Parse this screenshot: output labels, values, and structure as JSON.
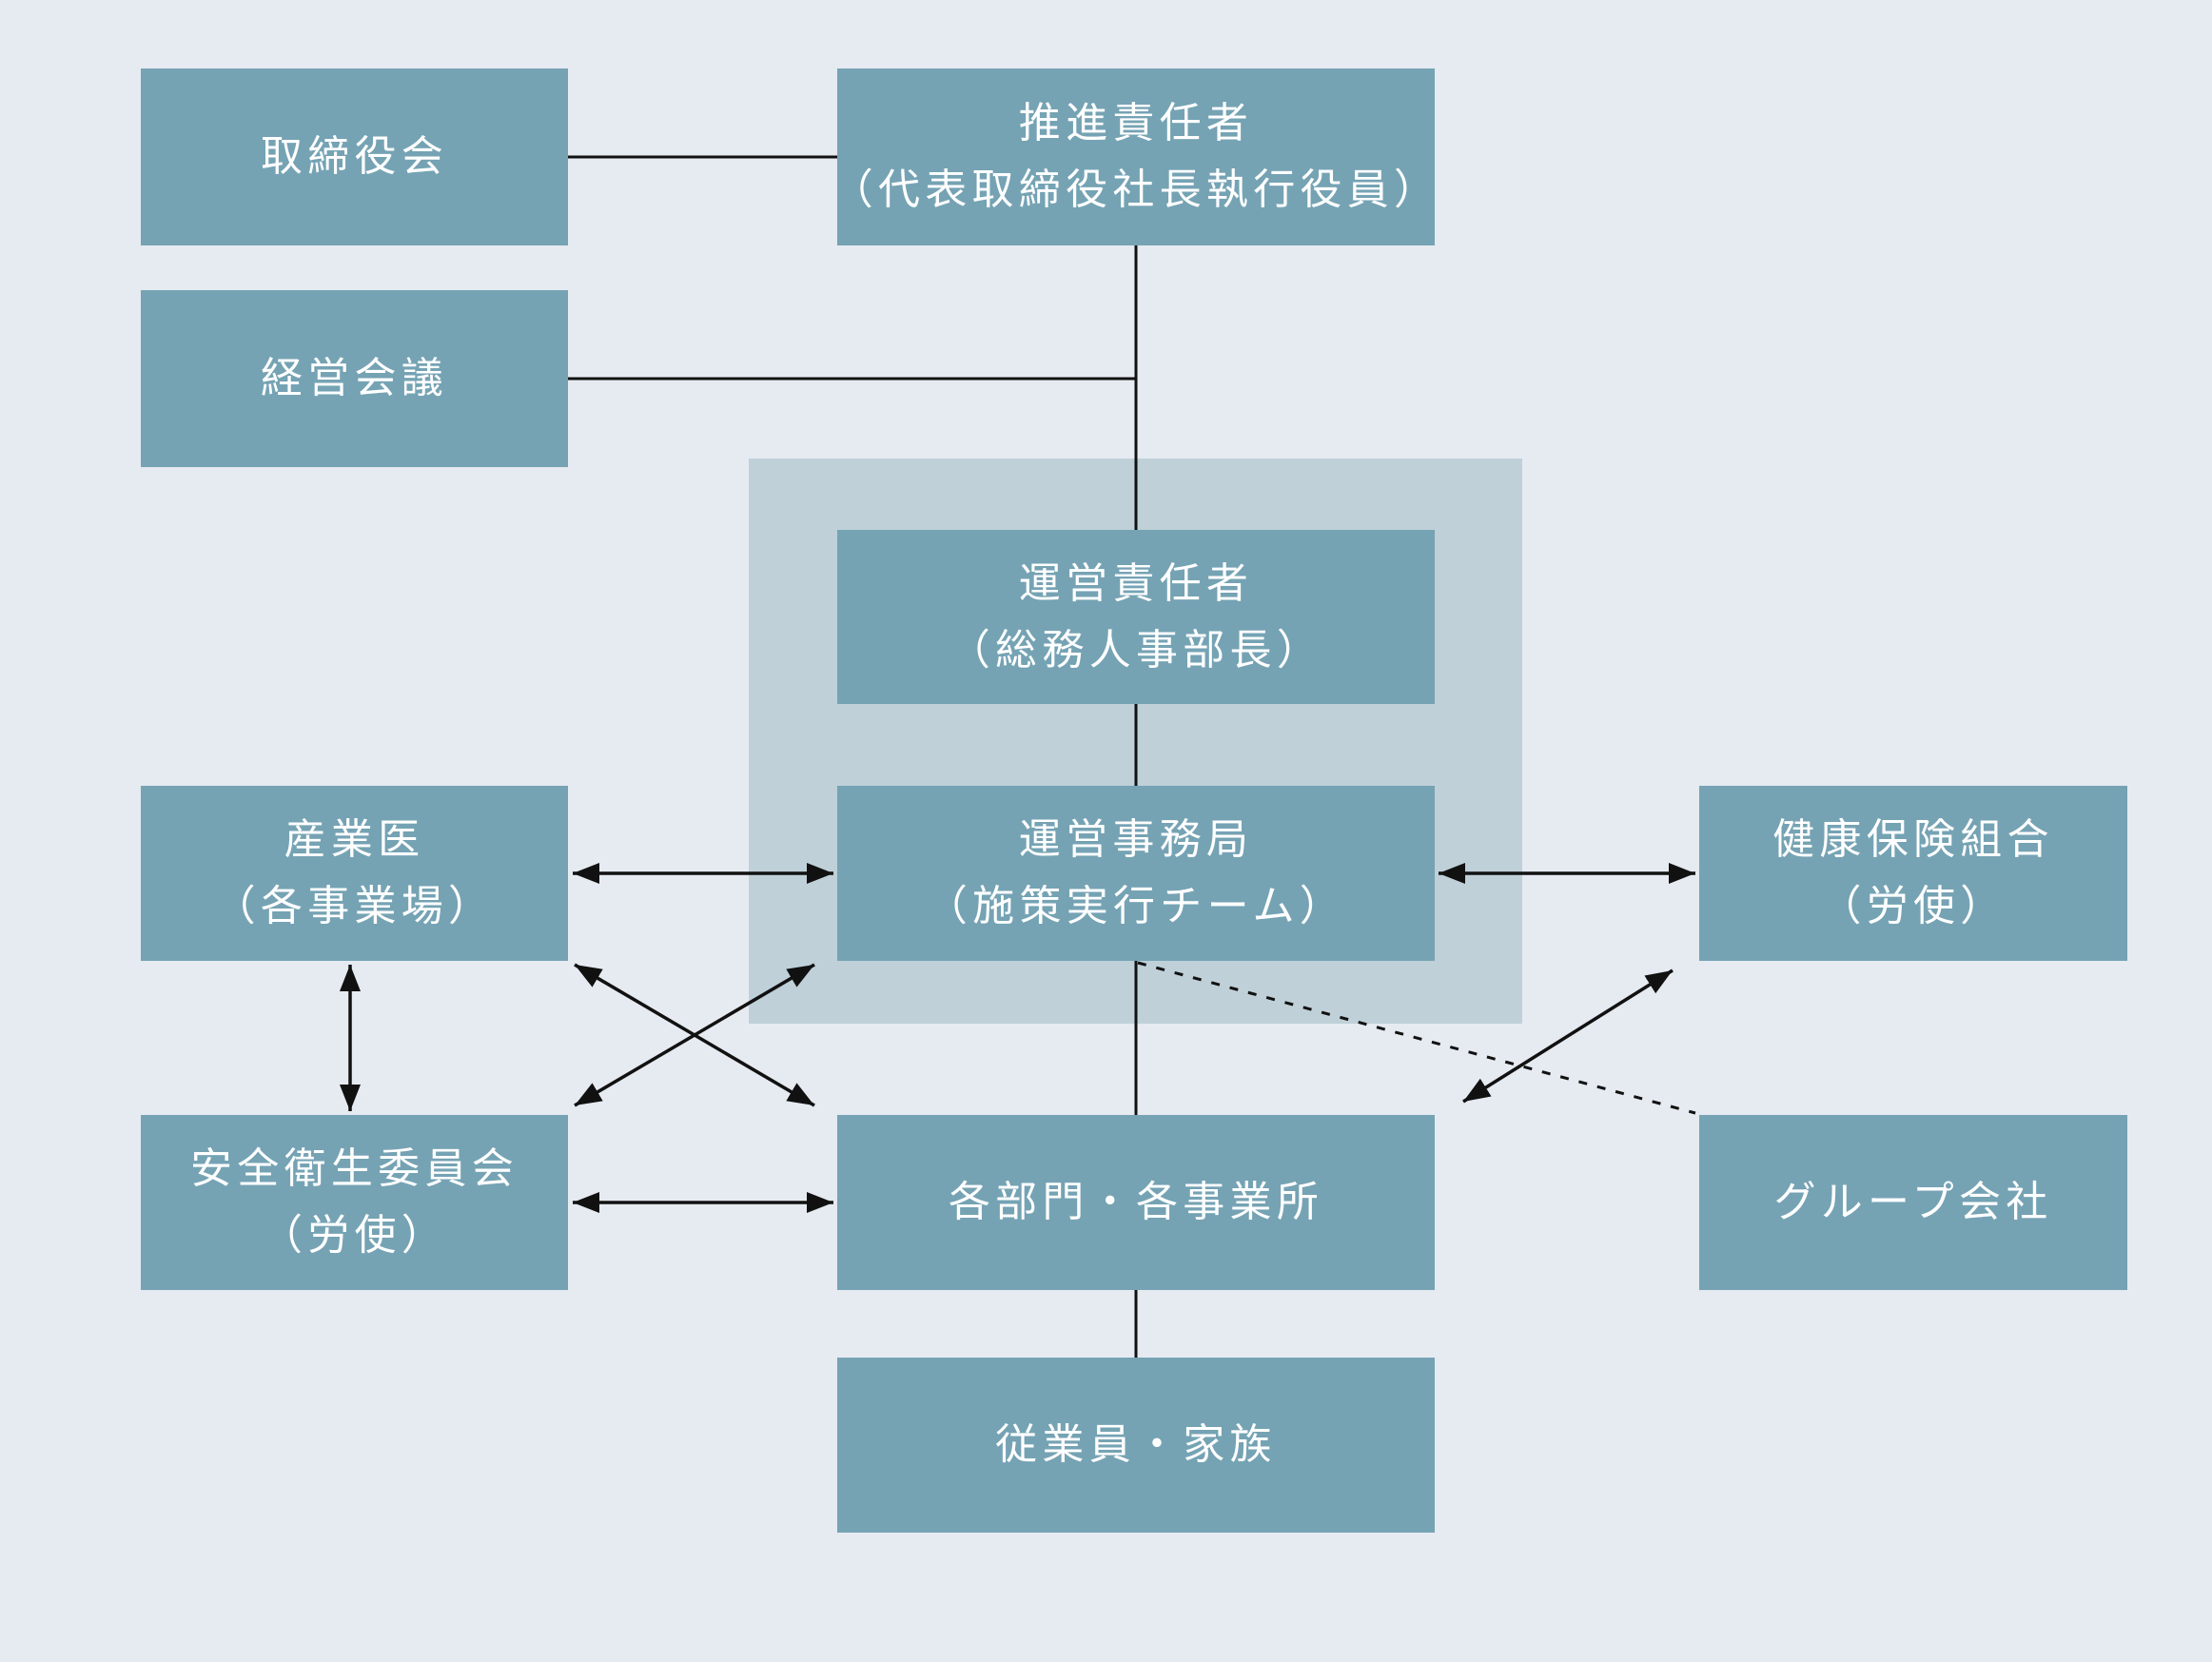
{
  "colors": {
    "bg": "#E6EAF1",
    "node_fill": "#75A3B4",
    "highlight_fill": "#BFD0D8",
    "text": "#FFFFFF",
    "connector": "#111111"
  },
  "nodes": {
    "board": {
      "label": "取締役会"
    },
    "promotion_leader": {
      "label": "推進責任者",
      "sub": "（代表取締役社長執行役員）"
    },
    "management_meeting": {
      "label": "経営会議"
    },
    "operations_manager": {
      "label": "運営責任者",
      "sub": "（総務人事部長）"
    },
    "operations_office": {
      "label": "運営事務局",
      "sub": "（施策実行チーム）"
    },
    "industrial_physician": {
      "label": "産業医",
      "sub": "（各事業場）"
    },
    "health_insurance_union": {
      "label": "健康保険組合",
      "sub": "（労使）"
    },
    "safety_health_committee": {
      "label": "安全衛生委員会",
      "sub": "（労使）"
    },
    "departments_offices": {
      "label": "各部門・各事業所"
    },
    "group_companies": {
      "label": "グループ会社"
    },
    "employees_families": {
      "label": "従業員・家族"
    }
  }
}
